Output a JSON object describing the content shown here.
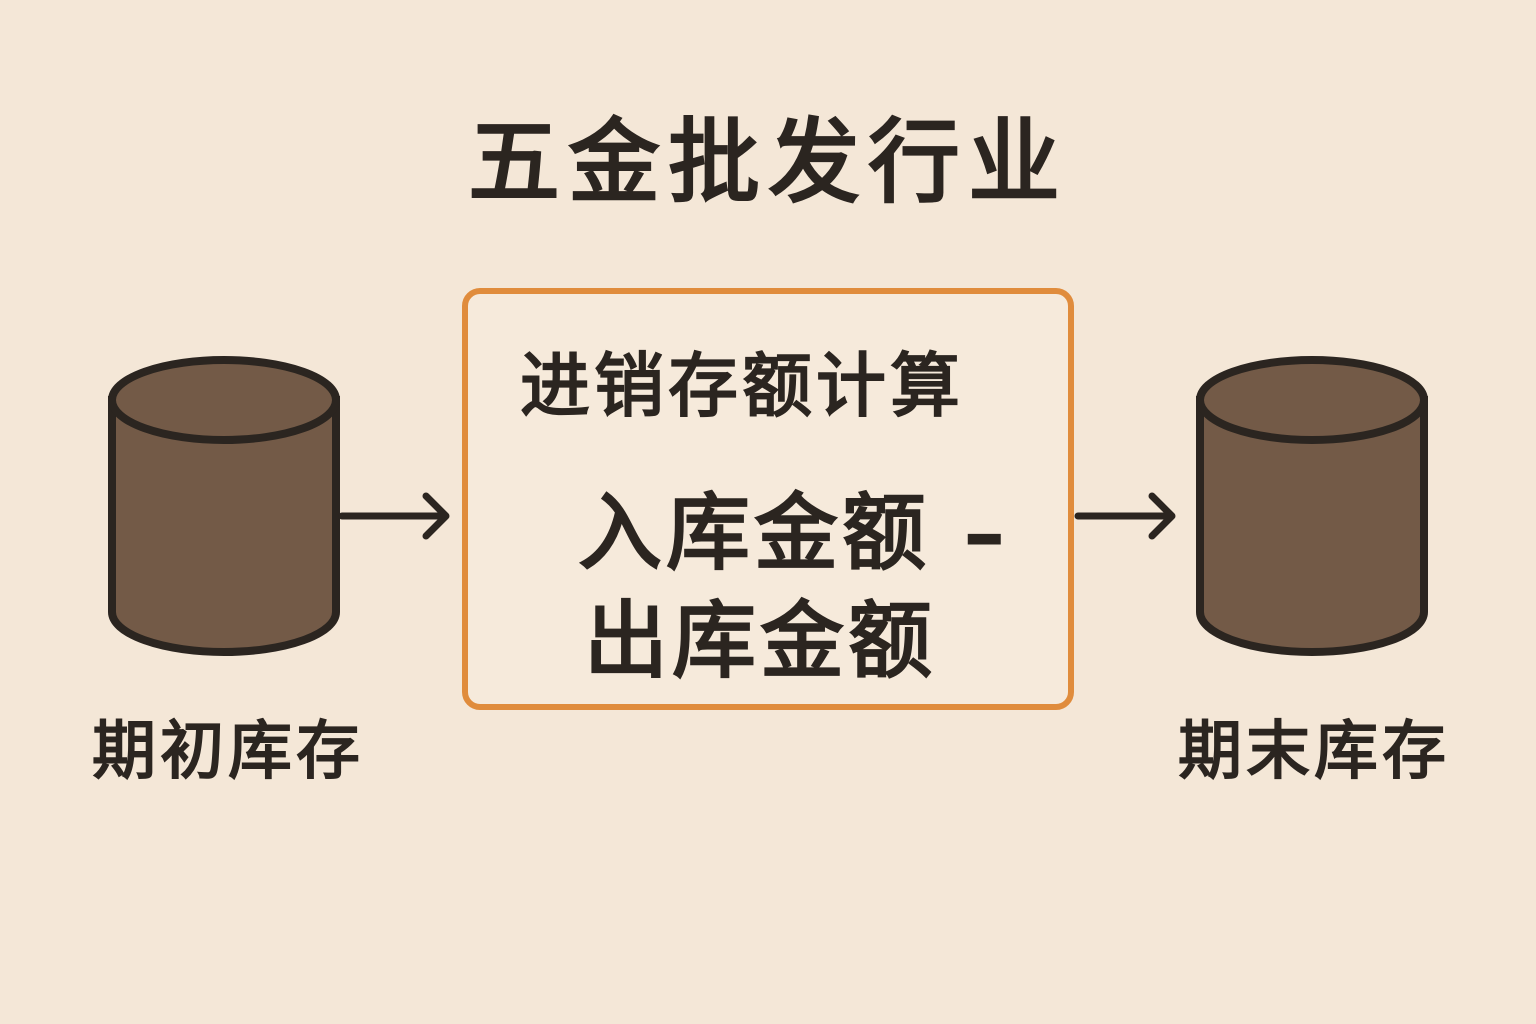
{
  "title": "五金批发行业",
  "process": {
    "title": "进销存额计算",
    "formula_line1": "入库金额 –",
    "formula_line2": "出库金额"
  },
  "start": {
    "label": "期初库存",
    "icon": "database-cylinder-icon"
  },
  "end": {
    "label": "期末库存",
    "icon": "database-cylinder-icon"
  },
  "colors": {
    "background": "#f4e7d7",
    "cylinder": "#735a47",
    "outline": "#2b2520",
    "box_border": "#e08c3c"
  }
}
